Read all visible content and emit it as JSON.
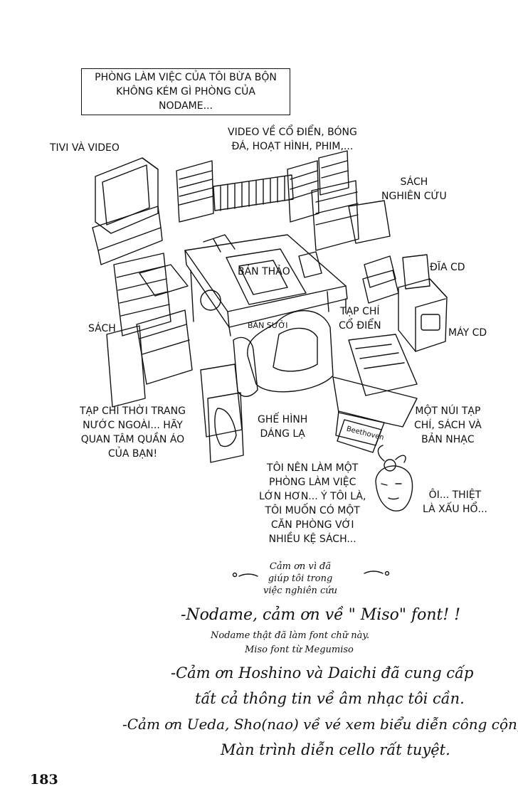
{
  "labels": {
    "intro": "PHÒNG LÀM VIỆC CỦA TÔI BỪA BỘN\nKHÔNG KÉM GÌ PHÒNG CỦA\nNODAME...",
    "tv": "TIVI VÀ VIDEO",
    "videos": "VIDEO VỀ CỔ ĐIỂN, BÓNG\nĐÁ, HOẠT HÌNH, PHIM,...",
    "research_books": "SÁCH\nNGHIÊN CỨU",
    "cd_disc": "ĐĨA CD",
    "draft": "BẢN THẢO",
    "heater_table": "BÀN SƯỞI",
    "classic_magazine": "TẠP CHÍ\nCỔ ĐIỂN",
    "books": "SÁCH",
    "cd_player": "MÁY CD",
    "fashion": "TẠP CHÍ THỜI TRANG\nNƯỚC NGOÀI... HÃY\nQUAN TÂM QUẦN ÁO\nCỦA BẠN!",
    "chair": "GHẾ HÌNH\nDÁNG LẠ",
    "pile": "MỘT NÚI TẠP\nCHÍ, SÁCH VÀ\nBẢN NHẠC",
    "wish": "TÔI NÊN LÀM MỘT\nPHÒNG LÀM VIỆC\nLỚN HƠN... Ý TÔI LÀ,\nTÔI MUỐN CÓ MỘT\nCĂN PHÒNG VỚI\nNHIỀU KỆ SÁCH...",
    "shame": "ÔI... THIỆT\nLÀ XẤU HỔ...",
    "beethoven": "Beethoven"
  },
  "credits": {
    "heading": "Cảm ơn vì đã\ngiúp tôi trong\nviệc nghiên cứu",
    "line1": "-Nodame, cảm ơn về \" Miso\" font! !",
    "line2": "Nodame thật đã làm font chữ này.",
    "line3": "Miso font từ Megumiso",
    "line4": "-Cảm ơn Hoshino và Daichi đã cung cấp",
    "line5": "tất cả thông tin về âm nhạc tôi cần.",
    "line6": "-Cảm ơn Ueda, Sho(nao) về vé xem biểu diễn công cộng!",
    "line7": "Màn trình diễn cello rất tuyệt."
  },
  "page_number": "183"
}
